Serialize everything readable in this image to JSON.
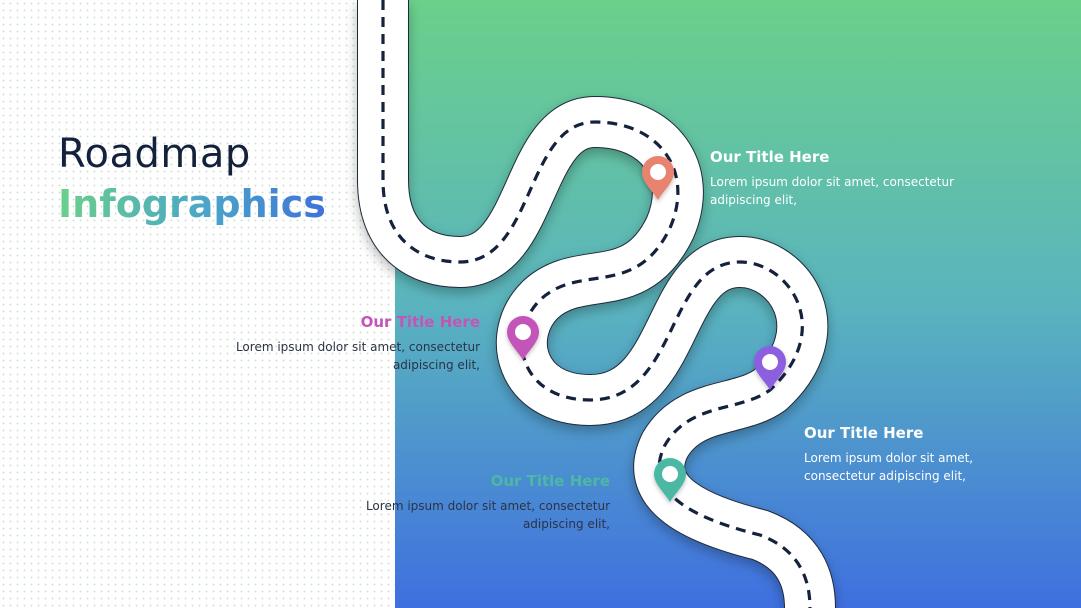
{
  "heading": {
    "line1": "Roadmap",
    "line2": "Infographics"
  },
  "steps": [
    {
      "title": "Our Title Here",
      "desc": "Lorem ipsum dolor sit amet, consectetur adipiscing elit,",
      "color": "#e8836f",
      "side": "right"
    },
    {
      "title": "Our Title Here",
      "desc": "Lorem ipsum dolor sit amet, consectetur adipiscing elit,",
      "color": "#c455b8",
      "side": "left"
    },
    {
      "title": "Our Title Here",
      "desc": "Lorem ipsum dolor sit amet, consectetur adipiscing elit,",
      "color": "#8b5fe0",
      "side": "right"
    },
    {
      "title": "Our Title Here",
      "desc": "Lorem ipsum dolor sit amet, consectetur adipiscing elit,",
      "color": "#4cb8a4",
      "side": "left"
    }
  ],
  "colors": {
    "gradient_top": "#6ad08a",
    "gradient_mid": "#5ab4be",
    "gradient_bottom": "#3f6fe0",
    "road": "#ffffff",
    "road_dash": "#14213d"
  }
}
